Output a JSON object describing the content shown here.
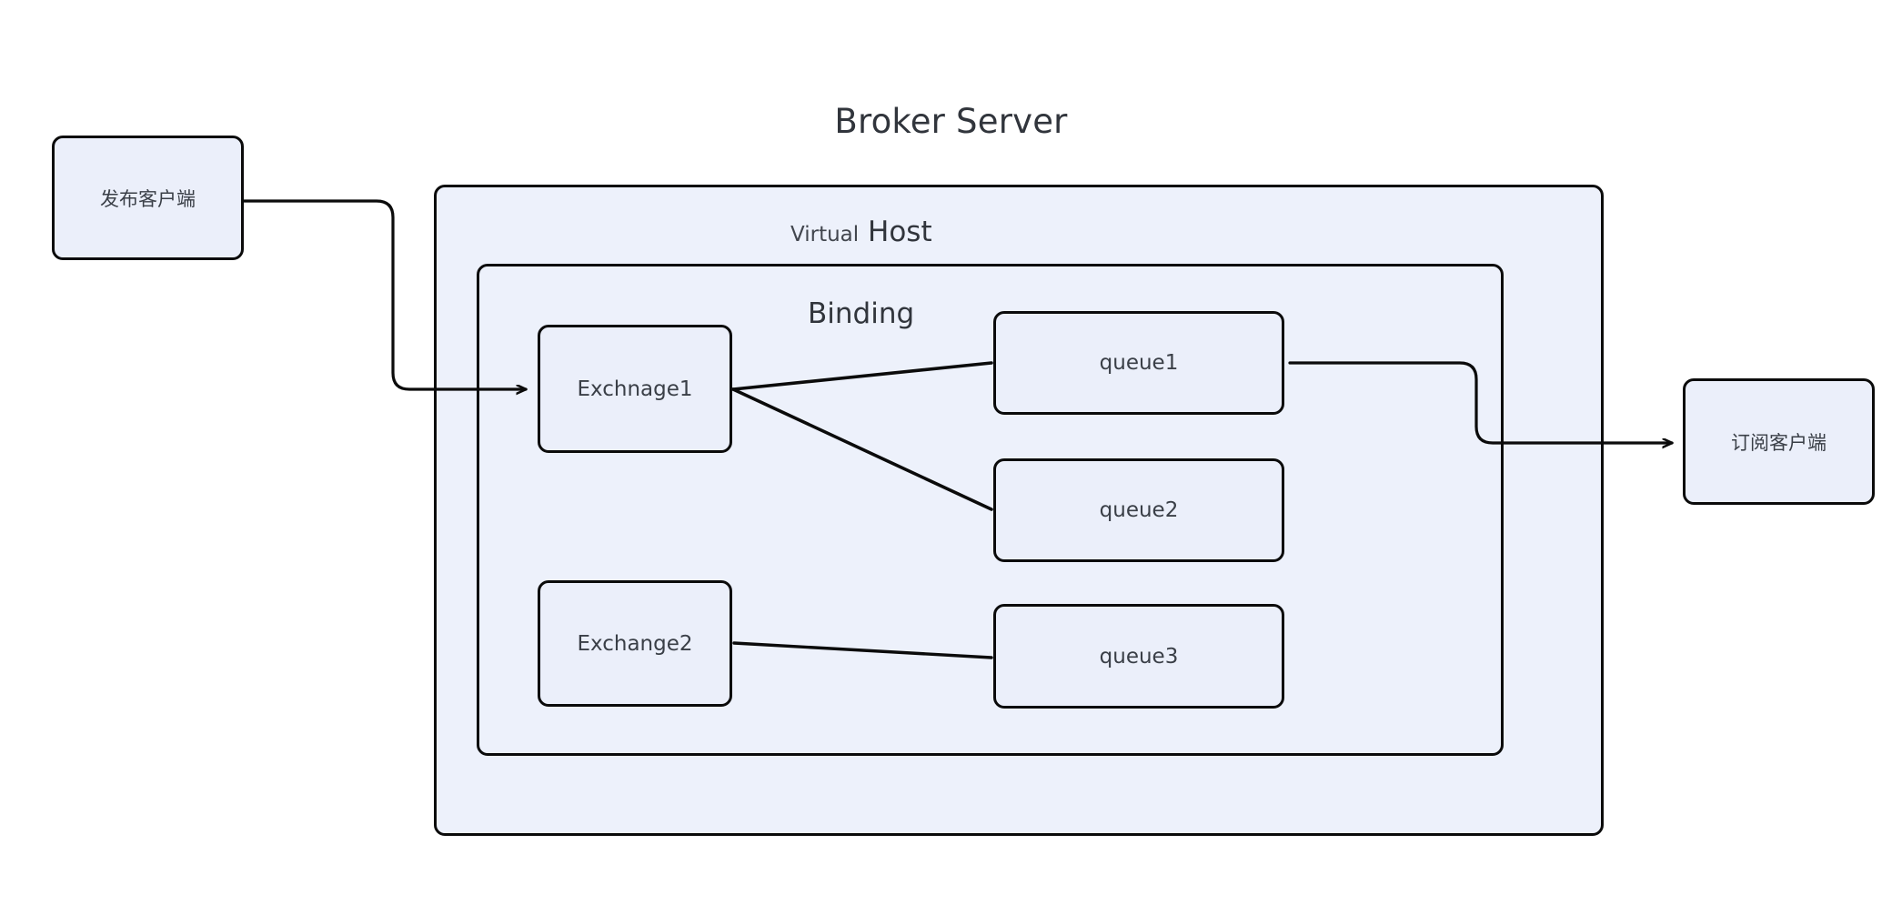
{
  "diagram": {
    "title": "Broker Server",
    "background_color": "#ffffff",
    "node_fill_color": "#ebeffa",
    "container_fill_color": "#edf1fb",
    "stroke_color": "#0b0b0b",
    "text_color": "#31353c"
  },
  "containers": {
    "virtual_host": {
      "label_prefix": "Virtual",
      "label_main": "Host"
    },
    "binding": {
      "label": "Binding"
    }
  },
  "nodes": {
    "publish_client": {
      "label": "发布客户端"
    },
    "subscribe_client": {
      "label": "订阅客户端"
    },
    "exchange1": {
      "label": "Exchnage1"
    },
    "exchange2": {
      "label": "Exchange2"
    },
    "queue1": {
      "label": "queue1"
    },
    "queue2": {
      "label": "queue2"
    },
    "queue3": {
      "label": "queue3"
    }
  },
  "edges": [
    {
      "name": "publish-client-to-exchange1",
      "from": "publish_client",
      "to": "exchange1",
      "arrow": true
    },
    {
      "name": "exchange1-to-queue1",
      "from": "exchange1",
      "to": "queue1",
      "arrow": false
    },
    {
      "name": "exchange1-to-queue2",
      "from": "exchange1",
      "to": "queue2",
      "arrow": false
    },
    {
      "name": "exchange2-to-queue3",
      "from": "exchange2",
      "to": "queue3",
      "arrow": false
    },
    {
      "name": "queue1-to-subscribe-client",
      "from": "queue1",
      "to": "subscribe_client",
      "arrow": true
    }
  ]
}
